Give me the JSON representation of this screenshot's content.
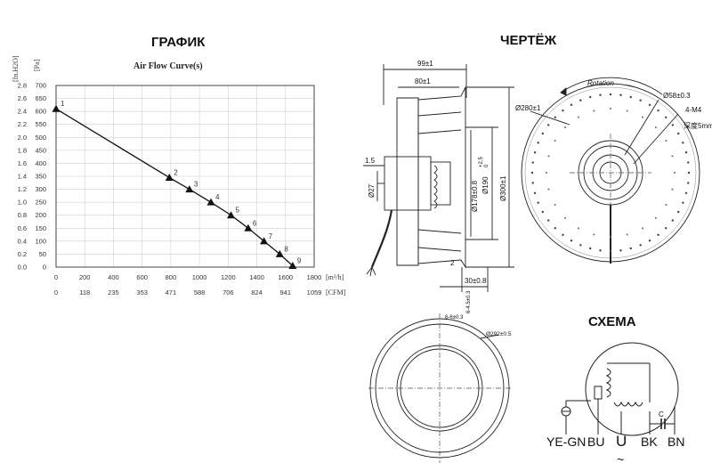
{
  "headings": {
    "chart": "ГРАФИК",
    "drawing": "ЧЕРТЁЖ",
    "scheme": "СХЕМА"
  },
  "chart_data": {
    "type": "line",
    "title": "Air Flow Curve(s)",
    "y_unit_left": "[In.H2O]",
    "y_unit_right": "[Pa]",
    "x_unit_top": "[m³/h]",
    "x_unit_bottom": "[CFM]",
    "x_ticks_m3h": [
      "0",
      "200",
      "400",
      "600",
      "800",
      "1000",
      "1200",
      "1400",
      "1600",
      "1800"
    ],
    "x_ticks_cfm": [
      "0",
      "118",
      "235",
      "353",
      "471",
      "588",
      "706",
      "824",
      "941",
      "1059"
    ],
    "y_ticks_pa": [
      "0",
      "50",
      "100",
      "150",
      "200",
      "250",
      "300",
      "350",
      "400",
      "450",
      "500",
      "550",
      "600",
      "650",
      "700"
    ],
    "y_ticks_inh2o": [
      "0.0",
      "0.2",
      "0.4",
      "0.6",
      "0.8",
      "1.0",
      "1.2",
      "1.4",
      "1.6",
      "1.8",
      "2.0",
      "2.2",
      "2.4",
      "2.6",
      "2.8"
    ],
    "xlim": [
      0,
      1800
    ],
    "ylim": [
      0,
      700
    ],
    "grid": true,
    "series": [
      {
        "points": [
          {
            "label": "1",
            "x": 0,
            "y": 610
          },
          {
            "label": "2",
            "x": 790,
            "y": 345
          },
          {
            "label": "3",
            "x": 930,
            "y": 300
          },
          {
            "label": "4",
            "x": 1080,
            "y": 250
          },
          {
            "label": "5",
            "x": 1220,
            "y": 200
          },
          {
            "label": "6",
            "x": 1340,
            "y": 150
          },
          {
            "label": "7",
            "x": 1450,
            "y": 100
          },
          {
            "label": "8",
            "x": 1560,
            "y": 50
          },
          {
            "label": "9",
            "x": 1650,
            "y": 5
          }
        ]
      }
    ]
  },
  "drawing": {
    "dims": {
      "d99": "99±1",
      "d80": "80±1",
      "d15": "1.5",
      "d27": "Ø27",
      "d178": "Ø178±0.8",
      "d190": "Ø190",
      "d190_tol_upper": "+2.5",
      "d190_tol_lower": "0",
      "d300": "Ø300±1",
      "d2": "2",
      "d30": "30±0.8",
      "d280": "Ø280±1",
      "d58": "Ø58±0.3",
      "m4": "4-M4",
      "depth": "深度5mm",
      "rotation": "Rotation",
      "slot": "6-6±0.3",
      "slot2": "6-4.5±0.3",
      "d292": "Ø292±0.5"
    }
  },
  "scheme": {
    "wires": [
      "YE-GN",
      "BU",
      "U",
      "BK",
      "BN"
    ],
    "tilde": "~",
    "cap": "C"
  }
}
